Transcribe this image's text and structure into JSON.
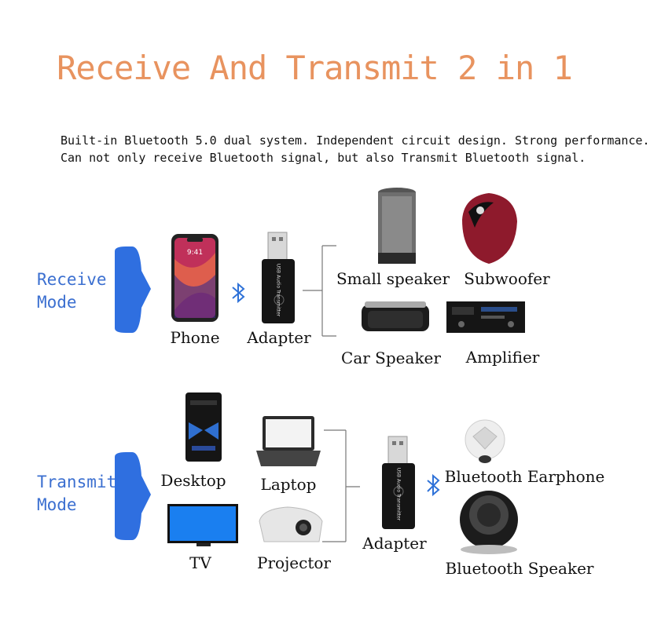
{
  "title": "Receive And Transmit 2 in 1",
  "description": {
    "line1": "Built-in Bluetooth 5.0 dual system. Independent circuit design. Strong performance.",
    "line2": "Can not only receive Bluetooth signal, but also Transmit Bluetooth signal."
  },
  "receive": {
    "mode_line1": "Receive",
    "mode_line2": "Mode",
    "phone": "Phone",
    "phone_time": "9:41",
    "adapter": "Adapter",
    "small_speaker": "Small speaker",
    "subwoofer": "Subwoofer",
    "car_speaker": "Car Speaker",
    "amplifier": "Amplifier"
  },
  "transmit": {
    "mode_line1": "Transmit",
    "mode_line2": "Mode",
    "desktop": "Desktop",
    "laptop": "Laptop",
    "tv": "TV",
    "projector": "Projector",
    "adapter": "Adapter",
    "bt_earphone": "Bluetooth Earphone",
    "bt_speaker": "Bluetooth Speaker"
  },
  "adapter_print": "USB Audio Transmitter",
  "colors": {
    "title": "#E8935F",
    "mode_text": "#3B6FD0",
    "arrow": "#2F6FE0",
    "bluetooth": "#2F72D8"
  }
}
